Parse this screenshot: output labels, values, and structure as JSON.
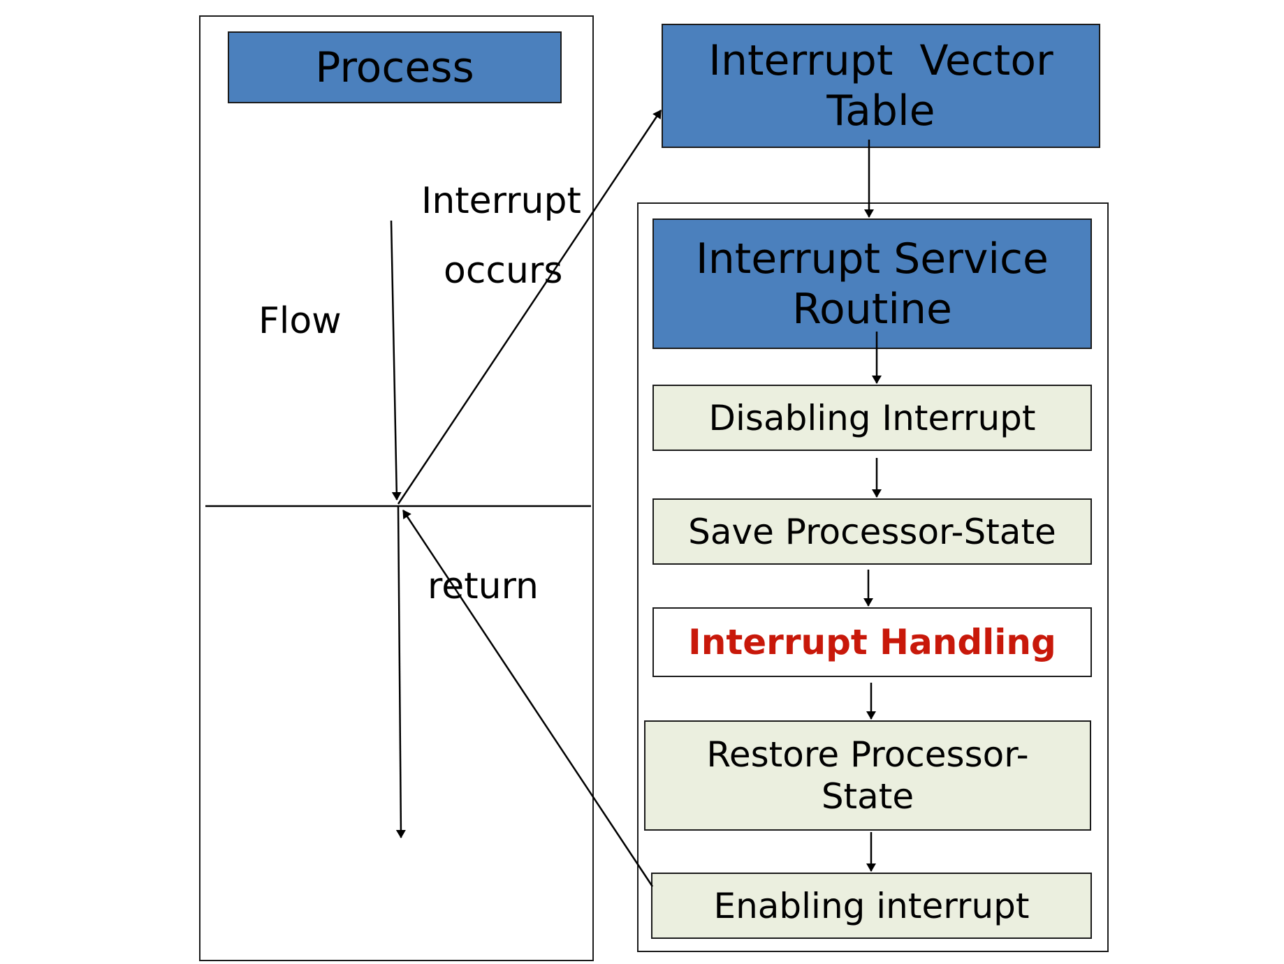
{
  "colors": {
    "blue_box": "#4b80bd",
    "step_box": "#ebefdf",
    "highlight_box": "#ffffff",
    "highlight_text": "#c8180a",
    "line": "#000000"
  },
  "process_panel": {
    "title": "Process",
    "flow_label": "Flow",
    "interrupt_label_line1": "Interrupt",
    "interrupt_label_line2": "occurs",
    "return_label": "return"
  },
  "vector_table": {
    "line1": "Interrupt  Vector",
    "line2": "Table"
  },
  "isr": {
    "line1": "Interrupt Service",
    "line2": "Routine"
  },
  "steps": {
    "disabling": "Disabling Interrupt",
    "save_state": "Save Processor-State",
    "handling": "Interrupt Handling",
    "restore_line1": "Restore Processor-",
    "restore_line2": "State",
    "enabling": "Enabling interrupt"
  }
}
